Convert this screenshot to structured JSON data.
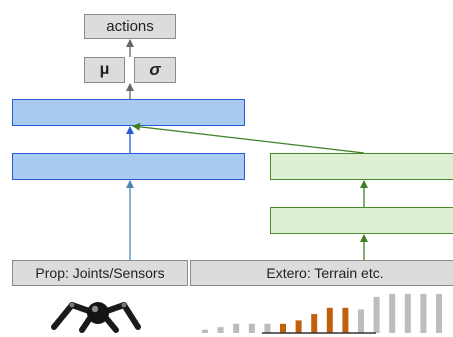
{
  "boxes": {
    "actions": "actions",
    "mu": "μ",
    "sigma": "σ",
    "prop": "Prop: Joints/Sensors",
    "extero": "Extero: Terrain etc."
  },
  "colors": {
    "gray_fill": "#dcdcdc",
    "blue_fill": "#a9cbef",
    "blue_stroke": "#2a5bd7",
    "green_fill": "#def0d3",
    "green_stroke": "#4a8a2c",
    "terrain_gray": "#bdbdbd",
    "terrain_orange": "#c0600c"
  },
  "icons": [
    "robot-leg-icon",
    "terrain-heightmap-icon"
  ],
  "terrain_heights": [
    0.08,
    0.14,
    0.22,
    0.22,
    0.22,
    0.22,
    0.3,
    0.45,
    0.6,
    0.6,
    0.56,
    0.86,
    0.93,
    0.93,
    0.93,
    0.93
  ],
  "terrain_highlight": [
    false,
    false,
    false,
    false,
    false,
    true,
    true,
    true,
    true,
    true,
    false,
    false,
    false,
    false,
    false,
    false
  ]
}
